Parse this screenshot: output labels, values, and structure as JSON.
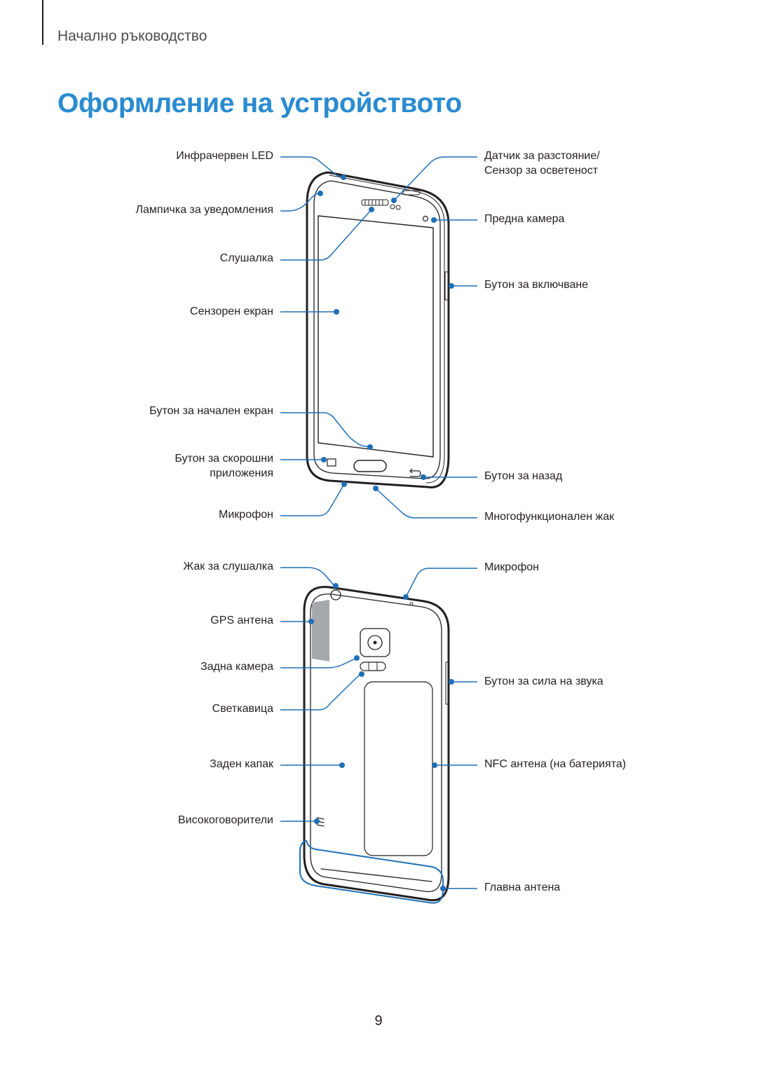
{
  "header": {
    "section": "Начално ръководство"
  },
  "page": {
    "title": "Оформление на устройството",
    "number": "9"
  },
  "front": {
    "left_labels": [
      "Инфрачервен LED",
      "Лампичка за уведомления",
      "Слушалка",
      "Сензорен екран",
      "Бутон за начален екран",
      "Бутон за скорошни приложения",
      "Микрофон"
    ],
    "right_labels": [
      "Датчик за разстояние/Сензор за осветеност",
      "Предна камера",
      "Бутон за включване",
      "Бутон за назад",
      "Многофункционален жак"
    ]
  },
  "back": {
    "left_labels": [
      "Жак за слушалка",
      "GPS антена",
      "Задна камера",
      "Светкавица",
      "Заден капак",
      "Високоговорители"
    ],
    "right_labels": [
      "Микрофон",
      "Бутон за сила на звука",
      "NFC антена (на батерията)",
      "Главна антена"
    ]
  },
  "colors": {
    "accent": "#2a8bd0",
    "callout": "#1f6fb5",
    "ink": "#231f20",
    "gps_antenna": "#a6a8ab"
  }
}
